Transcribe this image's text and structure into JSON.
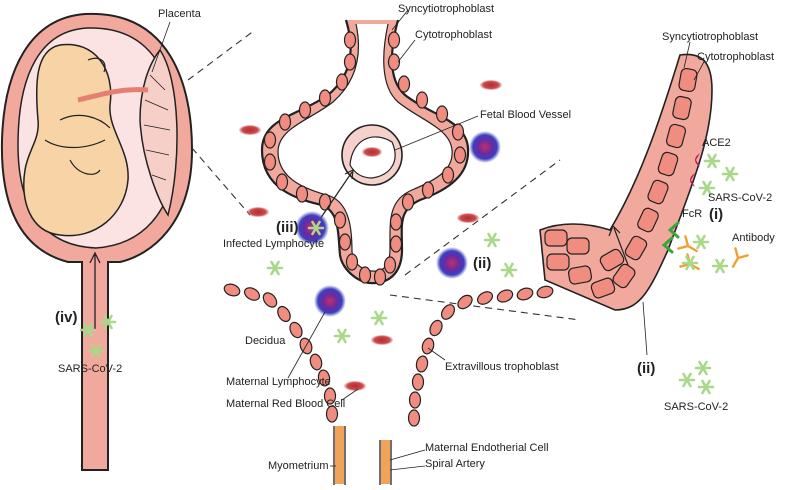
{
  "colors": {
    "tissue": "#f2a99d",
    "tissue_dark": "#e57f72",
    "outline": "#222222",
    "fetus": "#f7d3a6",
    "uterus_inner": "#fbe3e3",
    "cell_body": "#f08d80",
    "rbc": "#c43a3a",
    "lymphocyte_core": "#c0306a",
    "lymphocyte_halo": "#3b3fbf",
    "virus": "#a9d88a",
    "ace2": "#c2185b",
    "fcr": "#3aa63a",
    "antibody": "#f0a030",
    "spiral_artery": "#f2a35a"
  },
  "labels": {
    "placenta": "Placenta",
    "syncytio_mid": "Syncytiotrophoblast",
    "cyto_mid": "Cytotrophoblast",
    "fetal_vessel": "Fetal Blood Vessel",
    "infected_lymphocyte": "Infected Lymphocyte",
    "decidua": "Decidua",
    "maternal_lymphocyte": "Maternal Lymphocyte",
    "maternal_rbc": "Maternal Red Blood Cell",
    "extravillous": "Extravillous trophoblast",
    "endothelial": "Maternal Endotherial Cell",
    "spiral_artery": "Spiral Artery",
    "myometrium": "Myometrium",
    "sarscov2_left": "SARS-CoV-2",
    "syncytio_right": "Syncytiotrophoblast",
    "cyto_right": "Cytotrophoblast",
    "ace2": "ACE2",
    "sarscov2_right": "SARS-CoV-2",
    "fcr": "FcR",
    "antibody": "Antibody",
    "sarscov2_bottom": "SARS-CoV-2"
  },
  "routes": {
    "i": "(i)",
    "ii_mid": "(ii)",
    "ii_right": "(ii)",
    "iii": "(iii)",
    "iv": "(iv)"
  }
}
